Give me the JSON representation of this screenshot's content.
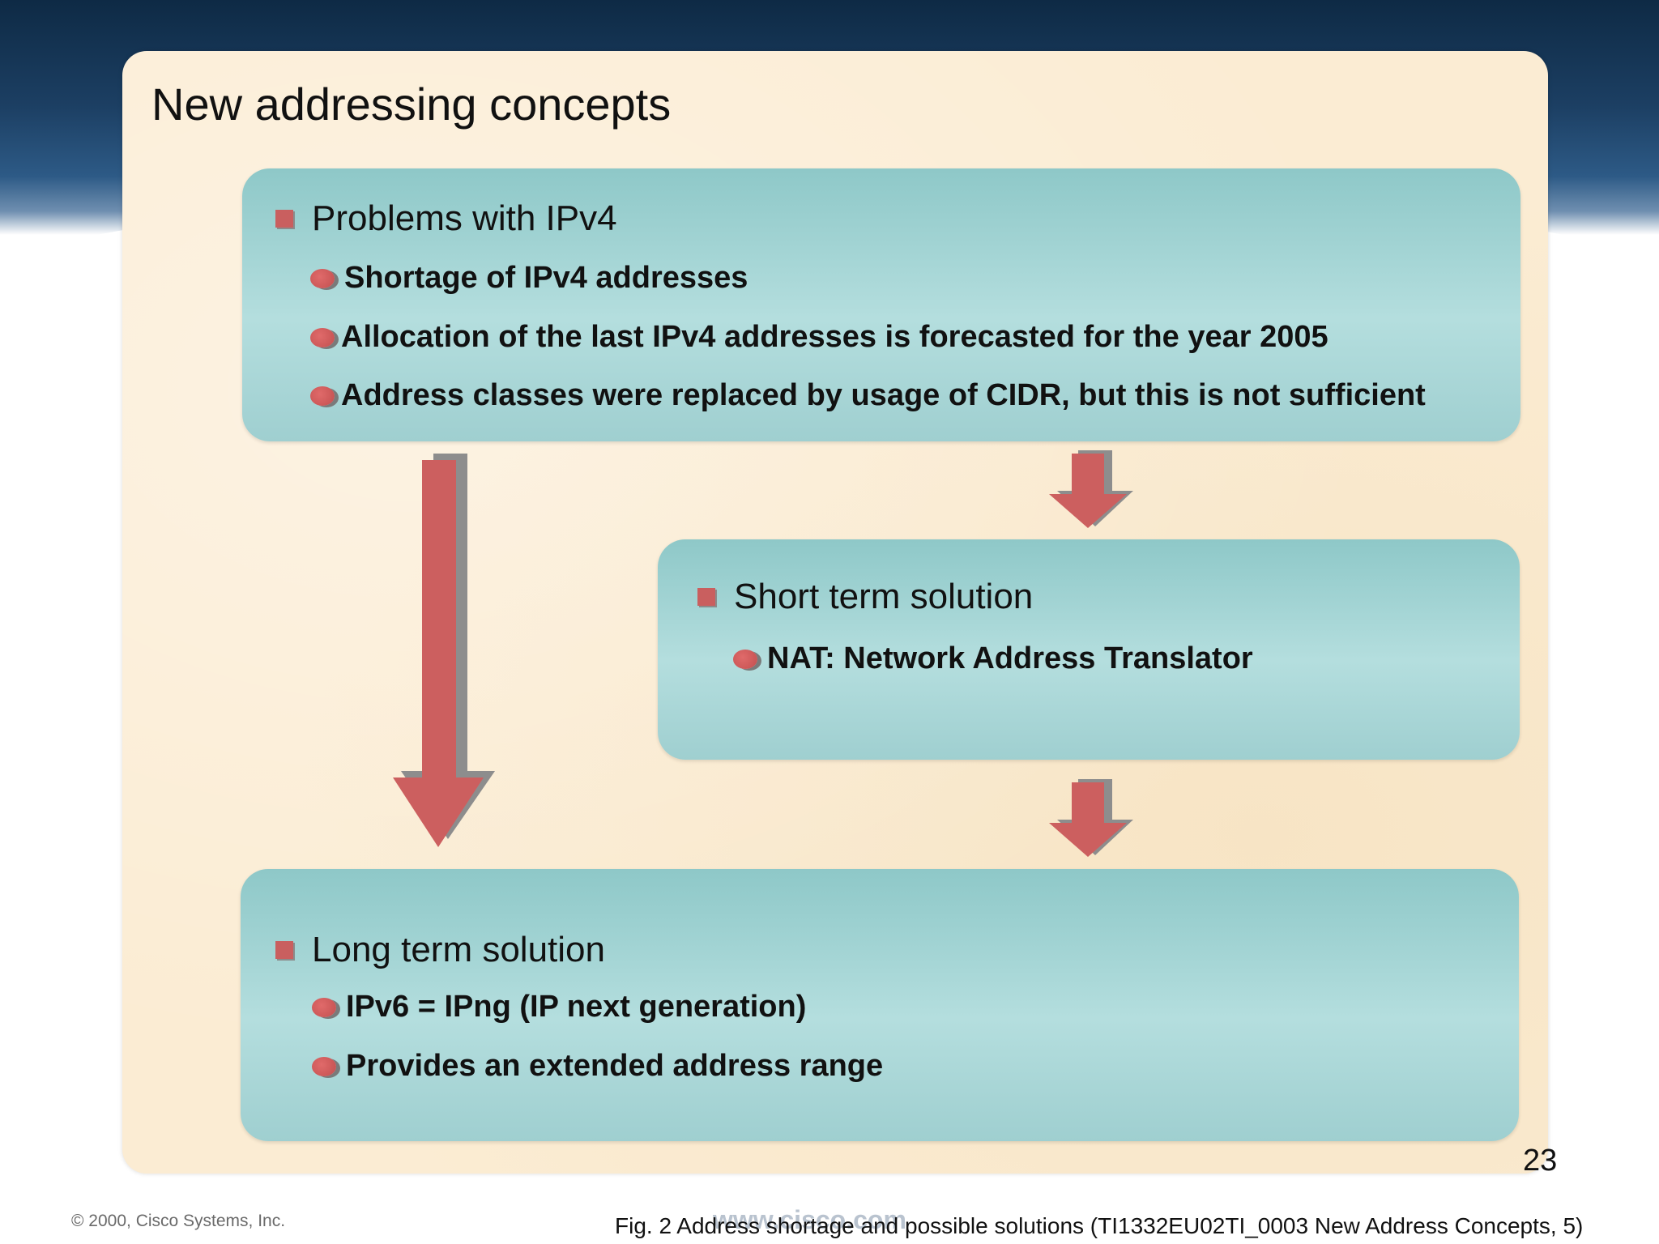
{
  "slide": {
    "title": "New addressing concepts",
    "slide_number": "23"
  },
  "problems": {
    "heading": "Problems with IPv4",
    "items": [
      "Shortage of IPv4 addresses",
      "Allocation of the last IPv4 addresses is forecasted for the year 2005",
      "Address classes were replaced by usage of CIDR, but this is not sufficient"
    ]
  },
  "short_term": {
    "heading": "Short term solution",
    "items": [
      "NAT: Network Address Translator"
    ]
  },
  "long_term": {
    "heading": "Long term solution",
    "items": [
      "IPv6 = IPng (IP next generation)",
      "Provides an extended address range"
    ]
  },
  "footer": {
    "copyright": "© 2000, Cisco Systems, Inc.",
    "watermark": "www.cisco.com",
    "caption": "Fig. 2 Address shortage and possible solutions (TI1332EU02TI_0003 New Address Concepts, 5)"
  },
  "colors": {
    "panel_teal": "#a9d7d7",
    "arrow_red": "#cc5f5f",
    "background_cream": "#fbecd3"
  }
}
